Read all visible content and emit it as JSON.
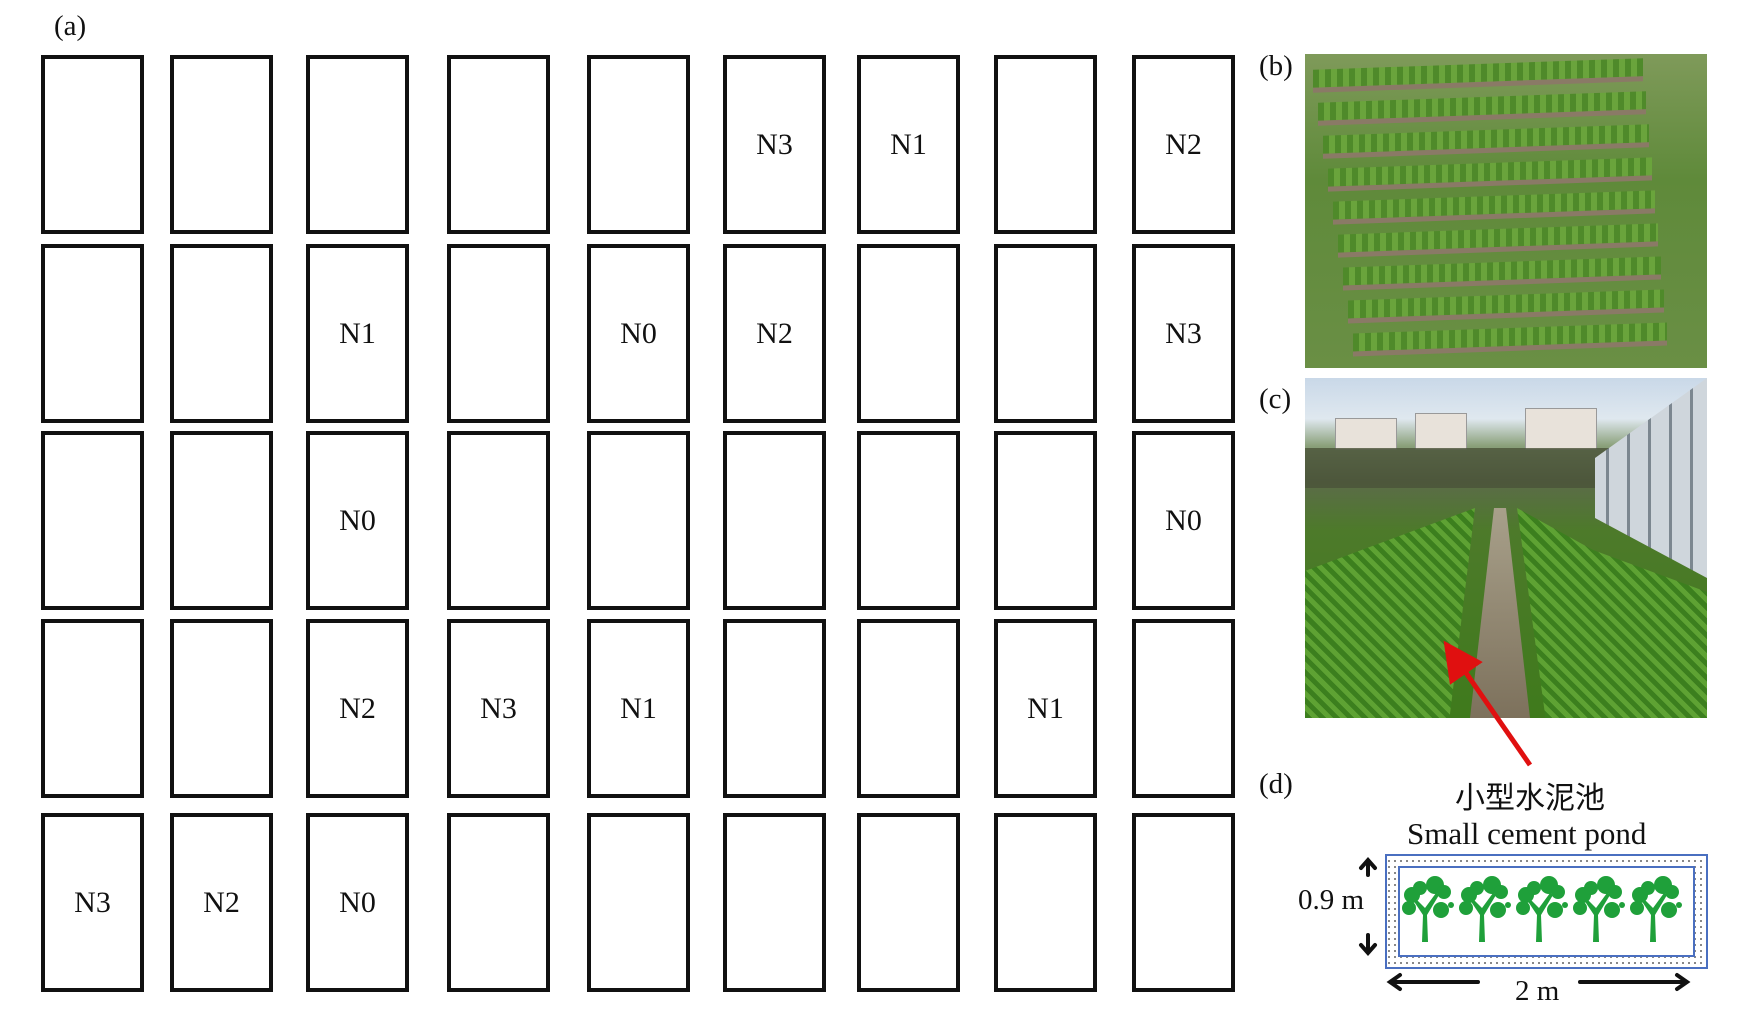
{
  "panel_labels": {
    "a": "(a)",
    "b": "(b)",
    "c": "(c)",
    "d": "(d)"
  },
  "grid": {
    "rows": [
      [
        "",
        "",
        "",
        "",
        "",
        "N3",
        "N1",
        "",
        "N2"
      ],
      [
        "",
        "",
        "N1",
        "",
        "N0",
        "N2",
        "",
        "",
        "N3"
      ],
      [
        "",
        "",
        "N0",
        "",
        "",
        "",
        "",
        "",
        "N0"
      ],
      [
        "",
        "",
        "N2",
        "N3",
        "N1",
        "",
        "",
        "N1",
        ""
      ],
      [
        "N3",
        "N2",
        "N0",
        "",
        "",
        "",
        "",
        "",
        ""
      ]
    ]
  },
  "pond": {
    "title_cn": "小型水泥池",
    "title_en": "Small cement pond",
    "width_label": "2 m",
    "height_label": "0.9 m",
    "plant_color": "#1fa03a",
    "border_color": "#4a6fc0"
  },
  "arrow_color": "#e01010"
}
